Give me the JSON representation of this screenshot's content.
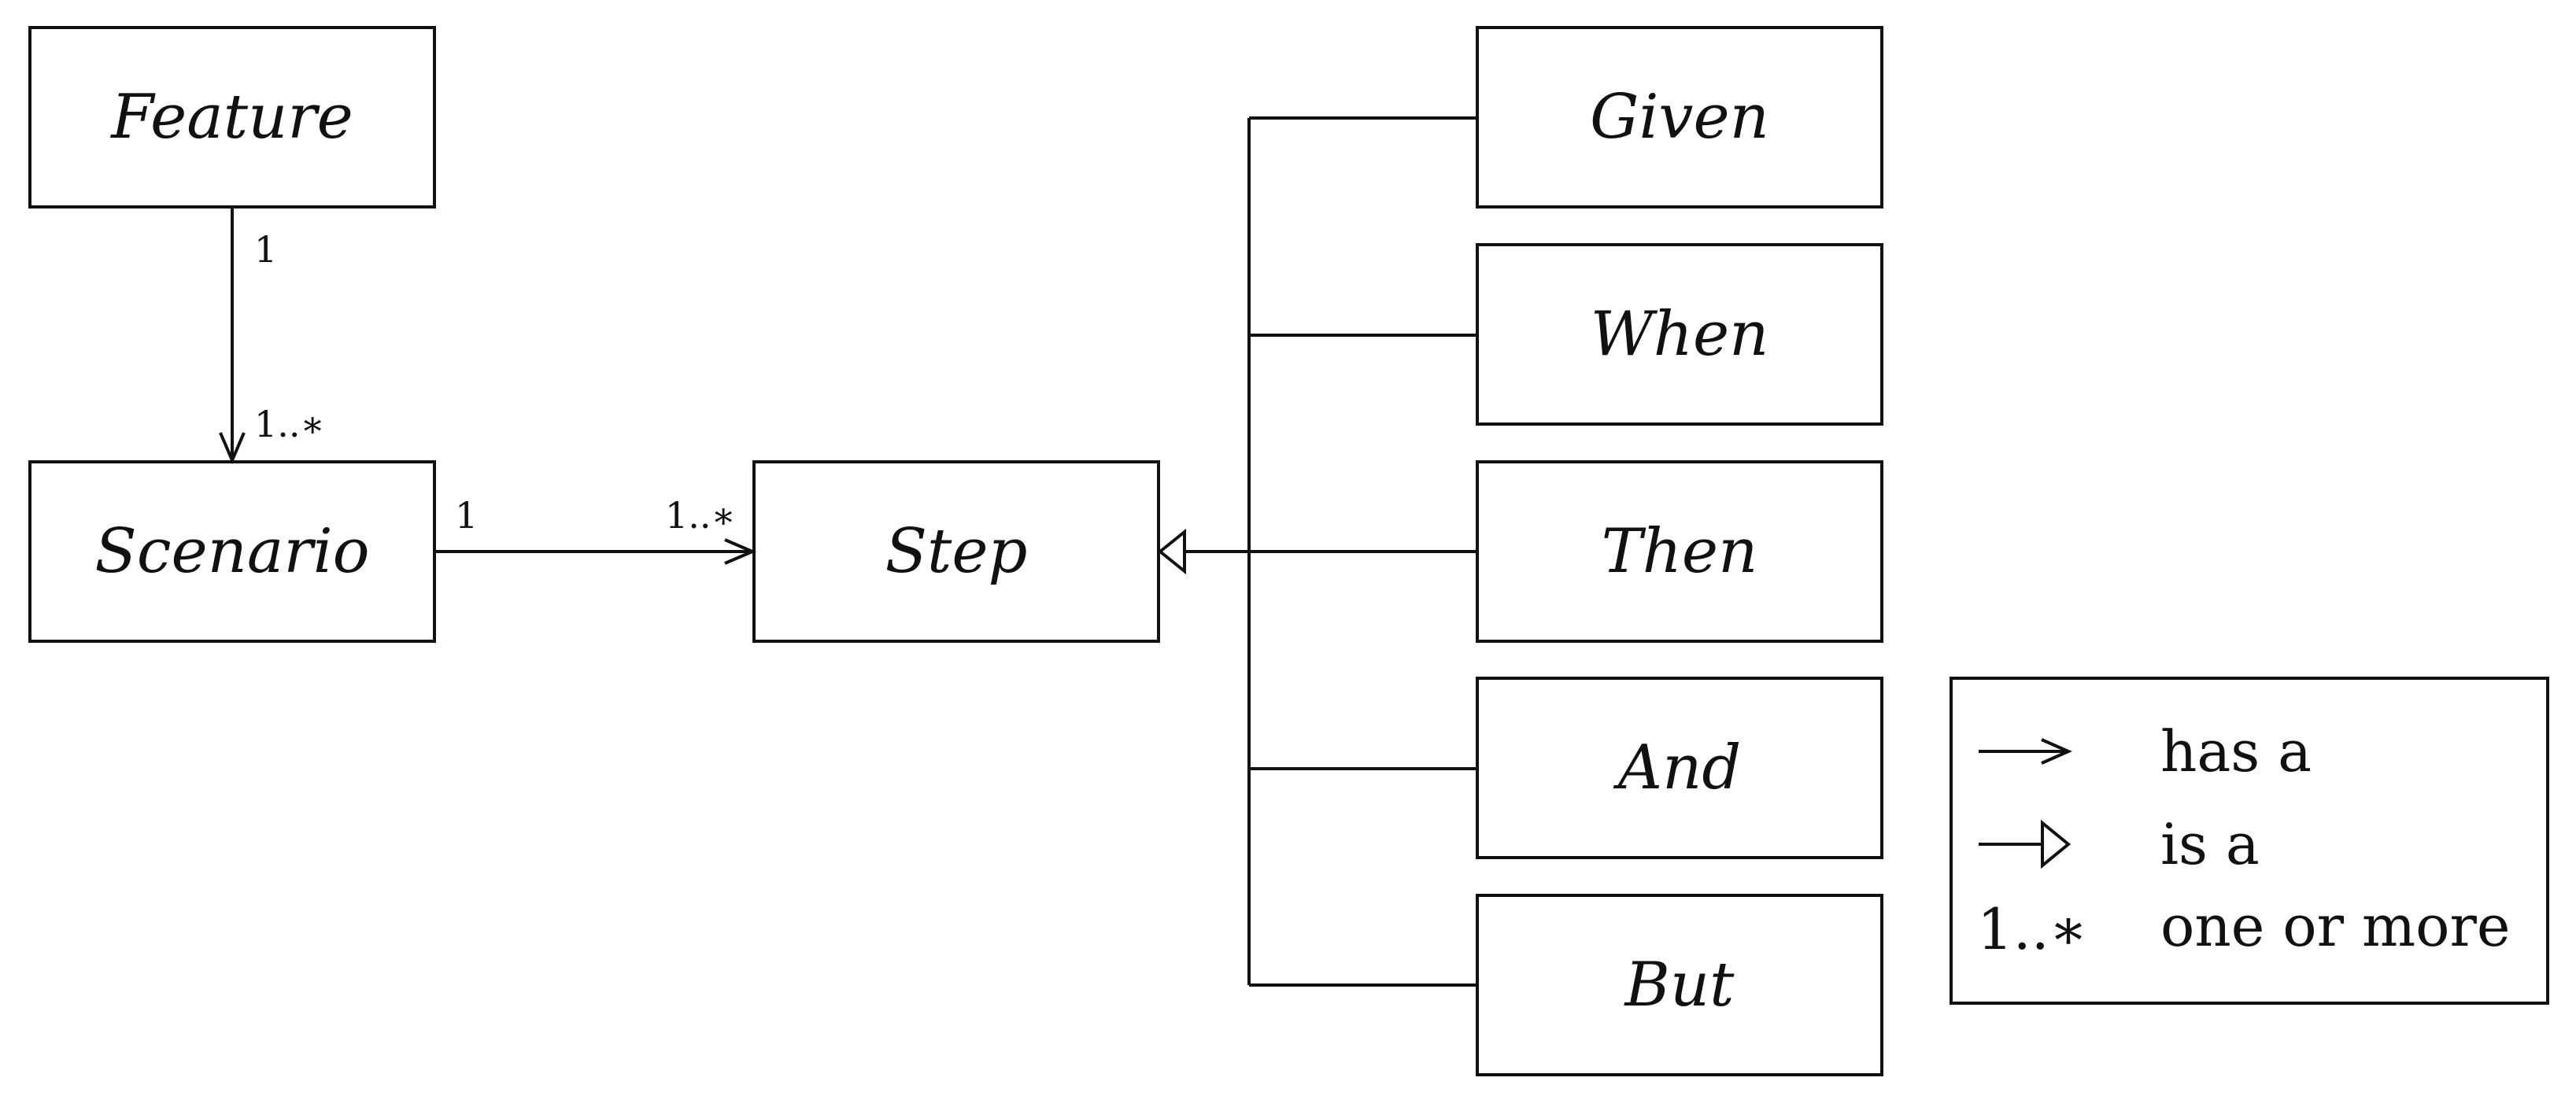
{
  "classes": {
    "feature": "Feature",
    "scenario": "Scenario",
    "step": "Step",
    "given": "Given",
    "when": "When",
    "then": "Then",
    "and": "And",
    "but": "But"
  },
  "multiplicities": {
    "feature_end": "1",
    "scenario_from_feature": "1..∗",
    "scenario_end": "1",
    "step_from_scenario": "1..∗"
  },
  "legend": {
    "has_a": "has a",
    "is_a": "is a",
    "one_or_more_symbol": "1..∗",
    "one_or_more": "one or more"
  }
}
